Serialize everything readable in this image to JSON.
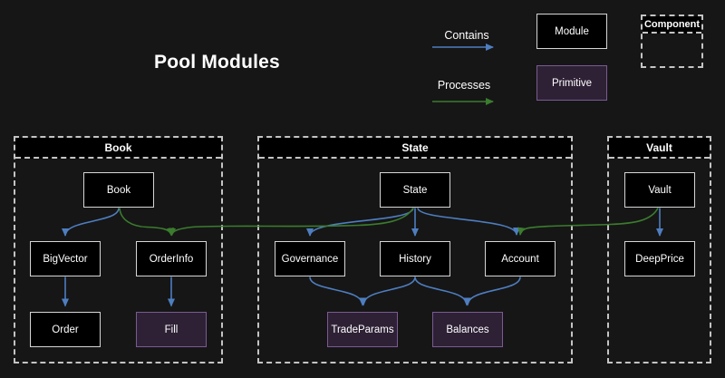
{
  "title": "Pool Modules",
  "legend": {
    "contains": "Contains",
    "processes": "Processes",
    "module": "Module",
    "primitive": "Primitive",
    "component": "Component"
  },
  "colors": {
    "background": "#161616",
    "node_fill": "#000000",
    "node_border": "#d6d6d6",
    "primitive_fill": "#2e2136",
    "primitive_border": "#7b5a92",
    "container_border": "#c4c4c4",
    "contains_arrow": "#4e7ec0",
    "processes_arrow": "#3b7c2e",
    "text": "#ffffff"
  },
  "containers": {
    "book": {
      "label": "Book"
    },
    "state": {
      "label": "State"
    },
    "vault": {
      "label": "Vault"
    }
  },
  "nodes": {
    "book": {
      "label": "Book",
      "type": "module"
    },
    "bigvector": {
      "label": "BigVector",
      "type": "module"
    },
    "orderinfo": {
      "label": "OrderInfo",
      "type": "module"
    },
    "order": {
      "label": "Order",
      "type": "module"
    },
    "fill": {
      "label": "Fill",
      "type": "primitive"
    },
    "state": {
      "label": "State",
      "type": "module"
    },
    "governance": {
      "label": "Governance",
      "type": "module"
    },
    "history": {
      "label": "History",
      "type": "module"
    },
    "account": {
      "label": "Account",
      "type": "module"
    },
    "tradeparams": {
      "label": "TradeParams",
      "type": "primitive"
    },
    "balances": {
      "label": "Balances",
      "type": "primitive"
    },
    "vault": {
      "label": "Vault",
      "type": "module"
    },
    "deepprice": {
      "label": "DeepPrice",
      "type": "module"
    }
  },
  "edges": [
    {
      "from": "Book",
      "to": "BigVector",
      "type": "contains"
    },
    {
      "from": "Book",
      "to": "OrderInfo",
      "type": "processes"
    },
    {
      "from": "BigVector",
      "to": "Order",
      "type": "contains"
    },
    {
      "from": "OrderInfo",
      "to": "Fill",
      "type": "contains"
    },
    {
      "from": "State",
      "to": "Governance",
      "type": "contains"
    },
    {
      "from": "State",
      "to": "History",
      "type": "contains"
    },
    {
      "from": "State",
      "to": "Account",
      "type": "contains"
    },
    {
      "from": "State",
      "to": "OrderInfo",
      "type": "processes"
    },
    {
      "from": "Governance",
      "to": "TradeParams",
      "type": "contains"
    },
    {
      "from": "History",
      "to": "TradeParams",
      "type": "contains"
    },
    {
      "from": "History",
      "to": "Balances",
      "type": "contains"
    },
    {
      "from": "Account",
      "to": "Balances",
      "type": "contains"
    },
    {
      "from": "Vault",
      "to": "DeepPrice",
      "type": "contains"
    },
    {
      "from": "Vault",
      "to": "Account",
      "type": "processes"
    }
  ]
}
